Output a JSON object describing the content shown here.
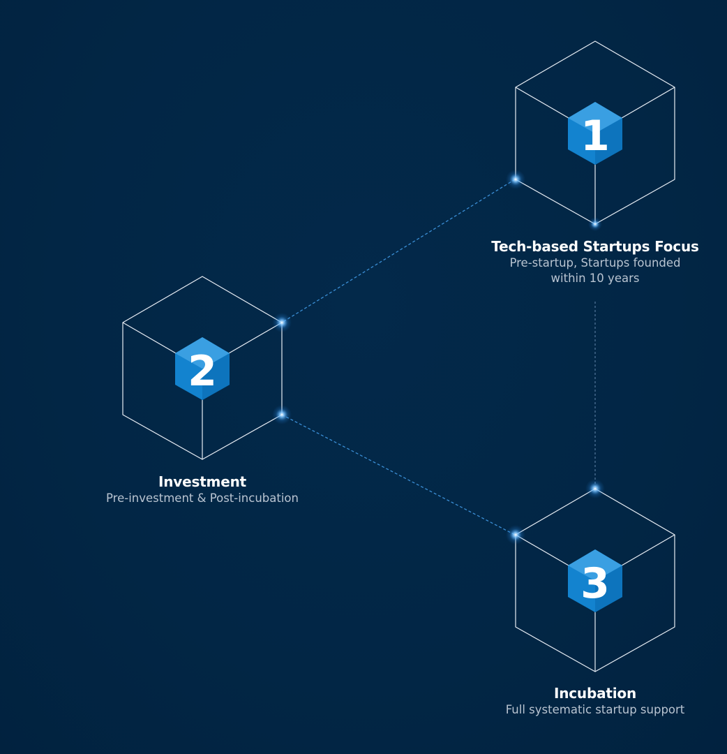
{
  "nodes": [
    {
      "number": "1",
      "title": "Tech-based Startups Focus",
      "subtitle_lines": [
        "Pre-startup, Startups founded",
        "within 10 years"
      ]
    },
    {
      "number": "2",
      "title": "Investment",
      "subtitle_lines": [
        "Pre-investment & Post-incubation"
      ]
    },
    {
      "number": "3",
      "title": "Incubation",
      "subtitle_lines": [
        "Full systematic startup support"
      ]
    }
  ],
  "colors": {
    "background": "#022645",
    "cube_edge": "#e9eef5",
    "badge": "#1383cf",
    "connector": "#3b8fd6",
    "glow": "#4aa8ff"
  }
}
